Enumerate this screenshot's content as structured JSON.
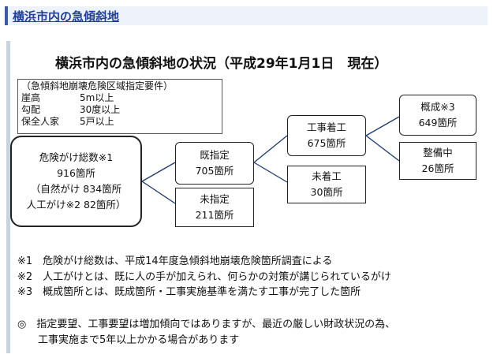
{
  "page_heading": "横浜市内の急傾斜地",
  "diagram": {
    "title": "横浜市内の急傾斜地の状況（平成29年1月1日　現在）",
    "requirements": {
      "header": "（急傾斜地崩壊危険区域指定要件）",
      "rows": [
        {
          "label": "崖高",
          "value": "5m以上"
        },
        {
          "label": "勾配",
          "value": "30度以上"
        },
        {
          "label": "保全人家",
          "value": "5戸以上"
        }
      ]
    },
    "total": {
      "line1": "危険がけ総数※1",
      "line2": "916箇所",
      "line3": "（自然がけ 834箇所",
      "line4": "人工がけ※2 82箇所）"
    },
    "designated": {
      "label": "既指定",
      "value": "705箇所"
    },
    "undesignated": {
      "label": "未指定",
      "value": "211箇所"
    },
    "started": {
      "label": "工事着工",
      "value": "675箇所"
    },
    "not_started": {
      "label": "未着工",
      "value": "30箇所"
    },
    "completed": {
      "label": "概成※3",
      "value": "649箇所"
    },
    "in_progress": {
      "label": "整備中",
      "value": "26箇所"
    }
  },
  "notes": [
    "※1　危険がけ総数は、平成14年度急傾斜地崩壊危険箇所調査による",
    "※2　人工がけとは、既に人の手が加えられ、何らかの対策が講じられているがけ",
    "※3　概成箇所とは、既成箇所・工事実施基準を満たす工事が完了した箇所"
  ],
  "remark": {
    "line1": "◎　指定要望、工事要望は増加傾向ではありますが、最近の厳しい財政状況の為、",
    "line2": "　　工事実施まで5年以上かかる場合があります"
  }
}
